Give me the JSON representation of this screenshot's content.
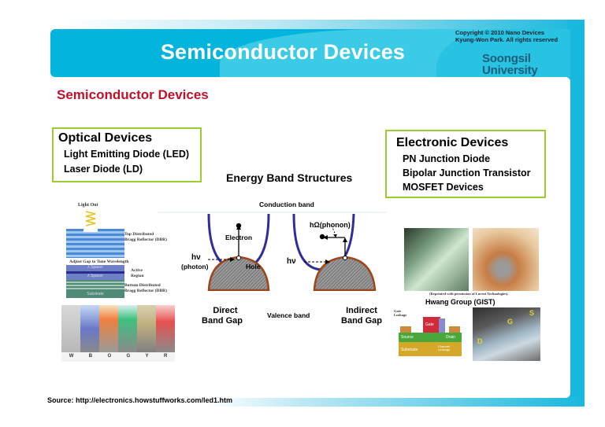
{
  "header": {
    "title": "Semiconductor Devices",
    "copyright_line1": "Copyright © 2010 Nano Devices",
    "copyright_line2": "Kyung-Won Park. All rights reserved",
    "university_line1": "Soongsil",
    "university_line2": "University"
  },
  "section_heading": "Semiconductor Devices",
  "optical_devices": {
    "title": "Optical Devices",
    "items": [
      "Light Emitting Diode (LED)",
      "Laser Diode (LD)"
    ]
  },
  "electronic_devices": {
    "title": "Electronic Devices",
    "items": [
      "PN Junction Diode",
      "Bipolar Junction Transistor",
      "MOSFET Devices"
    ]
  },
  "energy_band": {
    "title": "Energy Band Structures",
    "conduction_band": "Conduction band",
    "valence_band": "Valence band",
    "electron": "Electron",
    "hole": "Hole",
    "photon_symbol": "hν",
    "photon_label": "(photon)",
    "phonon_label": "hΩ(phonon)",
    "direct_line1": "Direct",
    "direct_line2": "Band Gap",
    "indirect_line1": "Indirect",
    "indirect_line2": "Band Gap",
    "colors": {
      "conduction": "#2e2e9a",
      "valence_edge": "#a0441a",
      "valence_fill": "#8a8a8a"
    }
  },
  "vcsel": {
    "light_out": "Light Out",
    "top_dbr_1": "Top Distributed",
    "top_dbr_2": "Bragg Reflector (DBR)",
    "adjust_gap": "Adjust Gap to Tune Wavelength",
    "spacer": "λ Spacer",
    "active_1": "Active",
    "active_2": "Region",
    "bottom_dbr_1": "Bottom Distributed",
    "bottom_dbr_2": "Bragg Reflector (DBR)",
    "substrate": "Substrate"
  },
  "led_photo": {
    "labels": [
      "W",
      "B",
      "O",
      "G",
      "Y",
      "R"
    ]
  },
  "transistor_photo": {
    "caption": "(Reprinted with permission of Lucent Technologies)."
  },
  "hwang_group": "Hwang Group (GIST)",
  "mosfet_diagram": {
    "gate_leakage_1": "Gate",
    "gate_leakage_2": "Leakage",
    "gate": "Gate",
    "source": "Source",
    "drain": "Drain",
    "substrate": "Substrate",
    "channel_1": "Channel",
    "channel_2": "Leakage"
  },
  "dam_photo": {
    "s": "S",
    "g": "G",
    "d": "D"
  },
  "source_note": "Source: http://electronics.howstuffworks.com/led1.htm",
  "colors": {
    "accent_blue": "#03b5dd",
    "heading_red": "#c0112b",
    "box_green": "#9acd32"
  }
}
